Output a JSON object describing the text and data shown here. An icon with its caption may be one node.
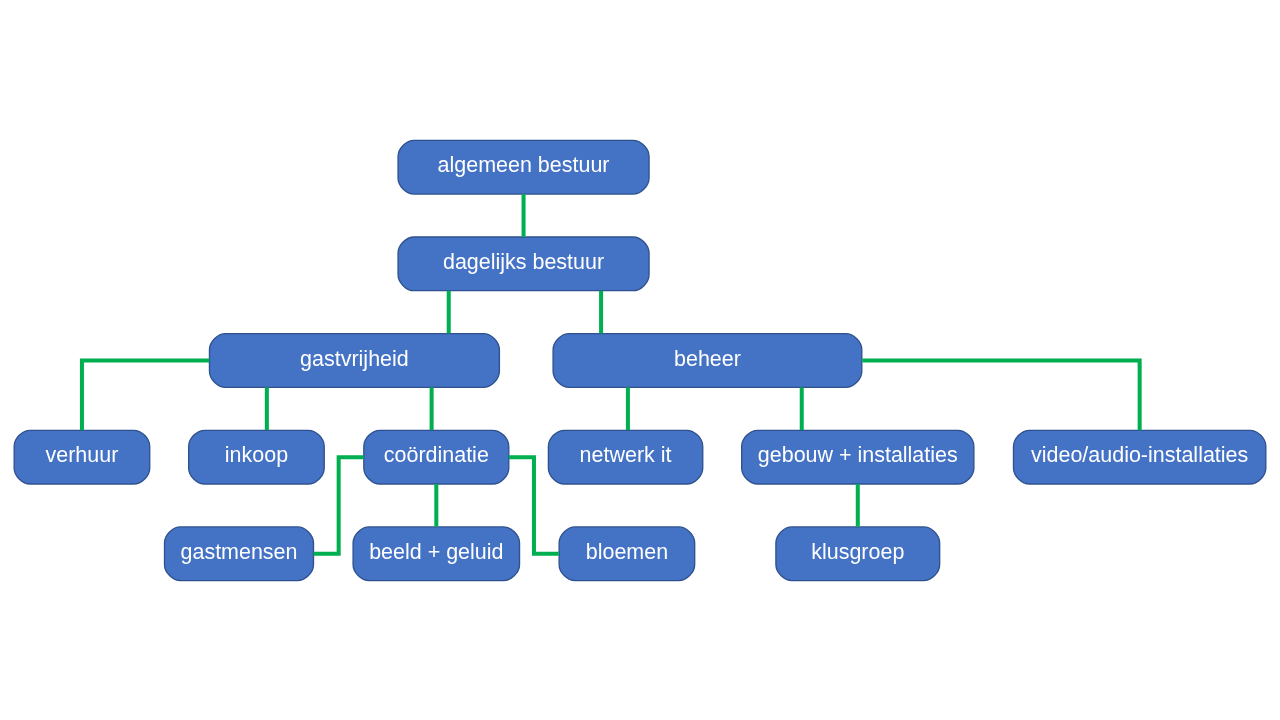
{
  "diagram": {
    "nodes": [
      {
        "text": [
          "algemeen bestuur"
        ]
      },
      {
        "text": [
          "dagelijks bestuur"
        ]
      },
      {
        "text": [
          "gastvrijheid"
        ]
      },
      {
        "text": [
          "beheer"
        ]
      },
      {
        "text": [
          "verhuur"
        ]
      },
      {
        "text": [
          "inkoop"
        ]
      },
      {
        "text": [
          "coördinatie"
        ]
      },
      {
        "text": [
          "gastmensen"
        ]
      },
      {
        "text": [
          "beeld + geluid"
        ]
      },
      {
        "text": [
          "bloemen"
        ]
      },
      {
        "text": [
          "netwerk it"
        ]
      },
      {
        "text": [
          "gebouw + installaties"
        ]
      },
      {
        "text": [
          "video/audio-installaties"
        ]
      },
      {
        "text": [
          "klusgroep"
        ]
      }
    ],
    "edges": [
      {
        "from": 0,
        "to": 1,
        "arrow": "none"
      },
      {
        "from": 1,
        "to": 2,
        "arrow": "none"
      },
      {
        "from": 1,
        "to": 3,
        "arrow": "none"
      },
      {
        "from": 2,
        "to": 4,
        "arrow": "none"
      },
      {
        "from": 2,
        "to": 5,
        "arrow": "none"
      },
      {
        "from": 2,
        "to": 6,
        "arrow": "none"
      },
      {
        "from": 6,
        "to": 7,
        "arrow": "none"
      },
      {
        "from": 6,
        "to": 8,
        "arrow": "none"
      },
      {
        "from": 6,
        "to": 9,
        "arrow": "none"
      },
      {
        "from": 3,
        "to": 10,
        "arrow": "none"
      },
      {
        "from": 3,
        "to": 11,
        "arrow": "none"
      },
      {
        "from": 3,
        "to": 12,
        "arrow": "none"
      },
      {
        "from": 11,
        "to": 13,
        "arrow": "none"
      }
    ]
  }
}
